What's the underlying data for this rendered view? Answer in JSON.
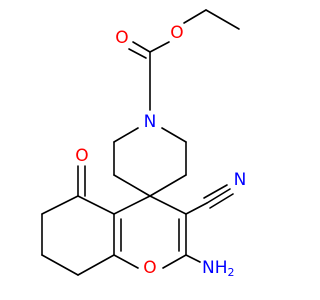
{
  "colors": {
    "background": "#ffffff",
    "bond": "#000000",
    "oxygen": "#ff0000",
    "nitrogen": "#0000ff"
  },
  "atoms": {
    "carbonyl_oxygen_ester": "O",
    "ester_oxygen": "O",
    "piperidine_nitrogen": "N",
    "ketone_oxygen": "O",
    "nitrile_nitrogen": "N",
    "ring_oxygen": "O",
    "amine": {
      "symbol": "NH",
      "subscript": "2"
    }
  }
}
